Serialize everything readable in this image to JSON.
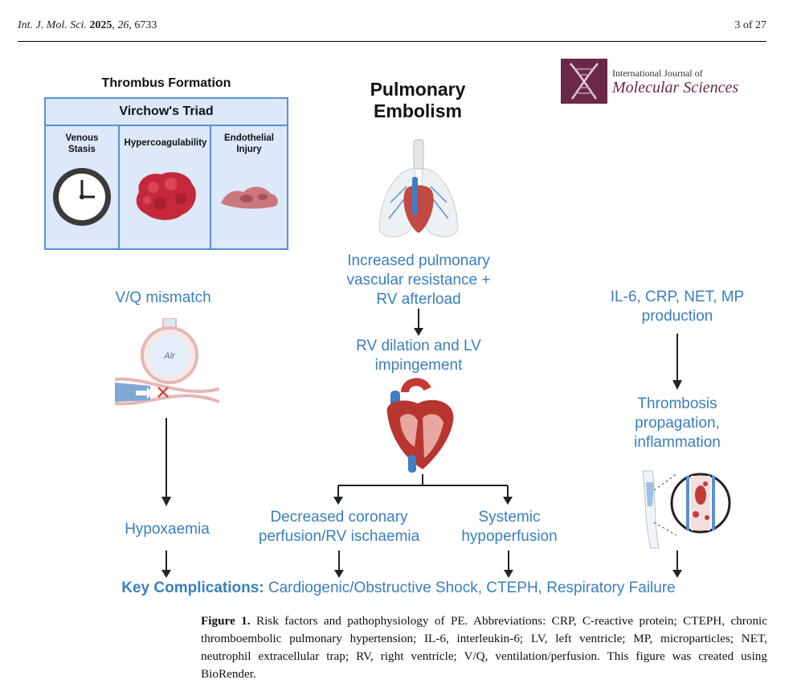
{
  "header": {
    "journal_abbrev": "Int. J. Mol. Sci.",
    "year": "2025",
    "volume": "26",
    "article": "6733",
    "page": "3 of 27"
  },
  "journal_logo": {
    "line1": "International Journal of",
    "line2": "Molecular Sciences",
    "color": "#6b2949"
  },
  "figure": {
    "thrombus_title": "Thrombus Formation",
    "virchow_title": "Virchow's Triad",
    "virchow_items": [
      "Venous\nStasis",
      "Hypercoagulability",
      "Endothelial\nInjury"
    ],
    "pe_title": "Pulmonary\nEmbolism",
    "pvr": "Increased pulmonary\nvascular resistance +\nRV afterload",
    "rv_dilation": "RV dilation and LV\nimpingement",
    "coronary": "Decreased coronary\nperfusion/RV ischaemia",
    "systemic": "Systemic\nhypoperfusion",
    "vq": "V/Q mismatch",
    "air": "Air",
    "hypoxaemia": "Hypoxaemia",
    "il6": "IL-6, CRP, NET, MP\nproduction",
    "thrombosis": "Thrombosis\npropagation,\ninflammation",
    "key_label": "Key Complications:",
    "key_text": "Cardiogenic/Obstructive Shock, CTEPH, Respiratory Failure",
    "accent_color": "#3a7fbf"
  },
  "caption": {
    "label": "Figure 1.",
    "text": "Risk factors and pathophysiology of PE. Abbreviations: CRP, C-reactive protein; CTEPH, chronic thromboembolic pulmonary hypertension; IL-6, interleukin-6; LV, left ventricle; MP, microparticles; NET, neutrophil extracellular trap; RV, right ventricle; V/Q, ventilation/perfusion. This figure was created using BioRender."
  }
}
